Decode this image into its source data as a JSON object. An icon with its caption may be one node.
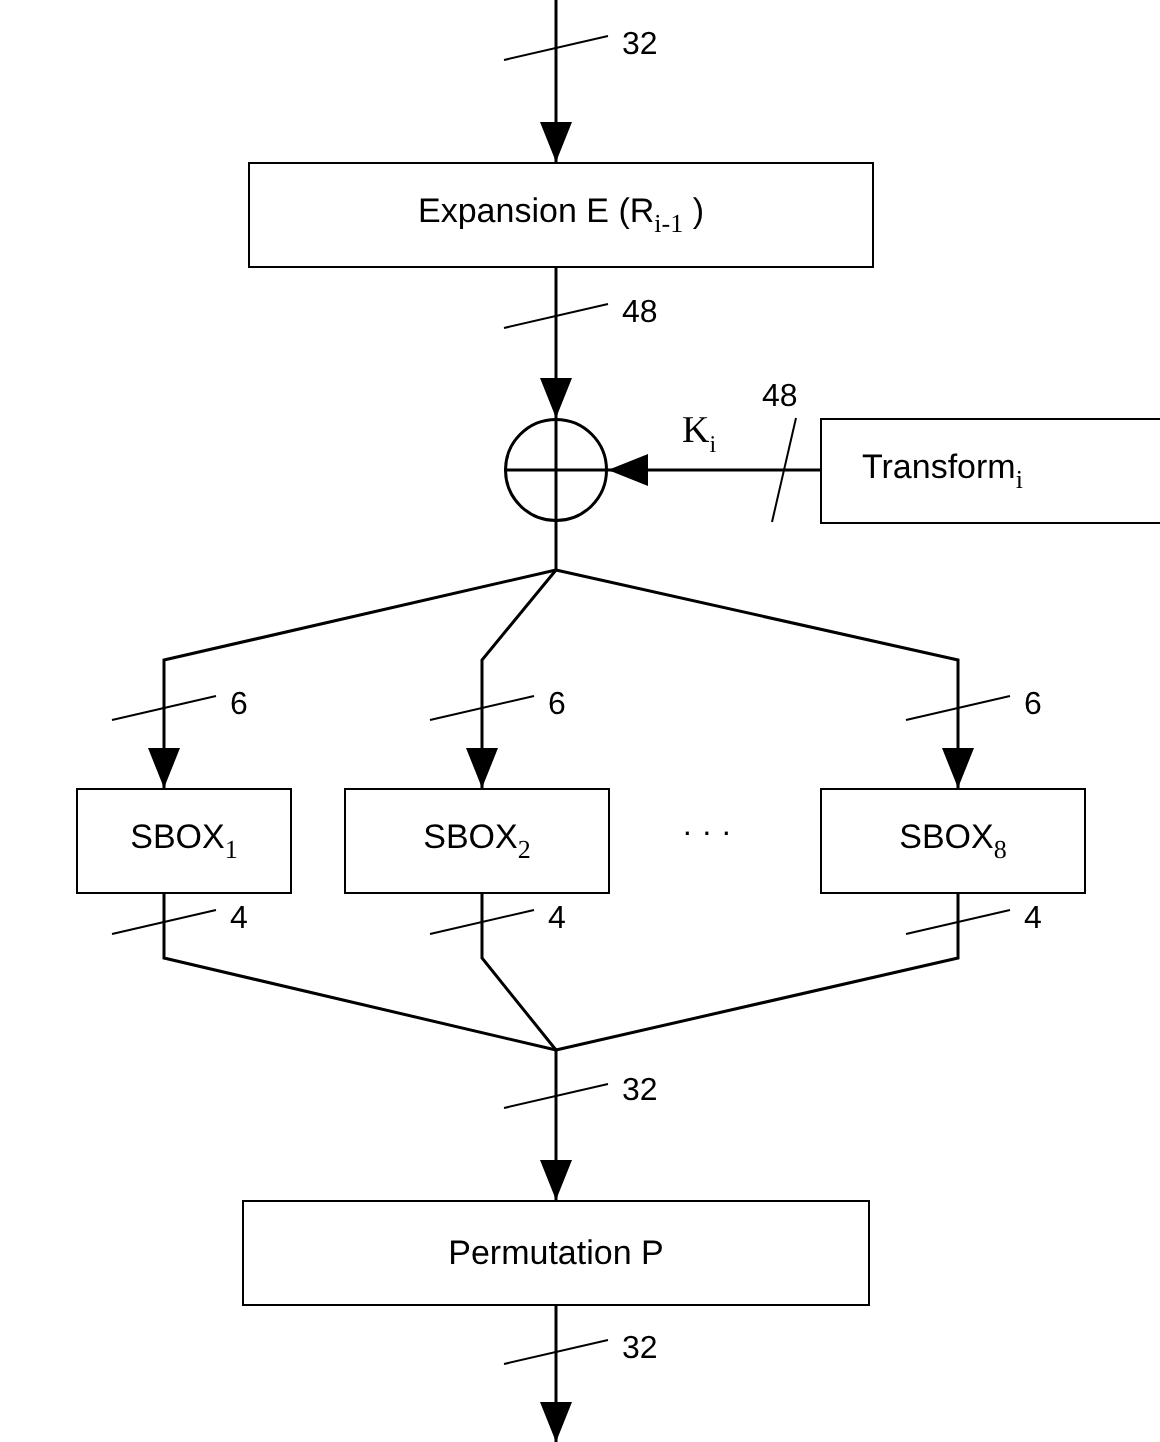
{
  "diagram": {
    "nodes": [
      {
        "text": [
          "Expansion E (R$_{i-1}$ )"
        ]
      },
      {
        "text": [],
        "shape": "circle"
      },
      {
        "text": [
          "Transform$_{i}$"
        ]
      },
      {
        "text": [
          "SBOX$_{1}$"
        ]
      },
      {
        "text": [
          "SBOX$_{2}$"
        ]
      },
      {
        "text": [
          "SBOX$_{8}$"
        ]
      },
      {
        "text": [
          "Permutation P"
        ]
      }
    ],
    "edges": [
      {
        "from": null,
        "to": 0,
        "arrow": "to",
        "label": "32"
      },
      {
        "from": 0,
        "to": 1,
        "arrow": "to",
        "label": "48"
      },
      {
        "from": 2,
        "to": 1,
        "arrow": "to",
        "label": "48"
      },
      {
        "from": 1,
        "to": 3,
        "arrow": "to",
        "label": "6"
      },
      {
        "from": 1,
        "to": 4,
        "arrow": "to",
        "label": "6"
      },
      {
        "from": 1,
        "to": 5,
        "arrow": "to",
        "label": "6"
      },
      {
        "from": 3,
        "to": 6,
        "arrow": "to",
        "label": "4"
      },
      {
        "from": 4,
        "to": 6,
        "arrow": "to",
        "label": "4"
      },
      {
        "from": 5,
        "to": 6,
        "arrow": "to",
        "label": "4"
      },
      {
        "from": 6,
        "to": null,
        "arrow": "to",
        "label": "32"
      }
    ],
    "labels": [
      "K$_{i}$",
      "· · ·",
      "32"
    ]
  }
}
